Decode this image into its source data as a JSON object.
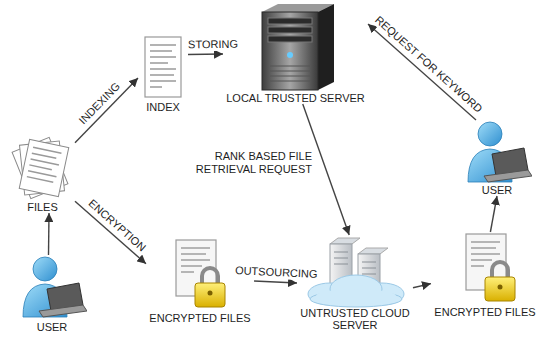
{
  "diagram": {
    "nodes": [
      {
        "text": [
          "INDEX"
        ]
      },
      {
        "text": [
          "LOCAL TRUSTED SERVER"
        ]
      },
      {
        "text": [
          "FILES"
        ]
      },
      {
        "text": [
          "USER"
        ]
      },
      {
        "text": [
          "USER"
        ]
      },
      {
        "text": [
          "ENCRYPTED FILES"
        ]
      },
      {
        "text": [
          "UNTRUSTED CLOUD SERVER"
        ]
      },
      {
        "text": [
          "ENCRYPTED FILES"
        ]
      }
    ],
    "edges": [
      {
        "from": 2,
        "to": 0,
        "label": "INDEXING",
        "arrow": "to"
      },
      {
        "from": 0,
        "to": 1,
        "label": "STORING",
        "arrow": "to"
      },
      {
        "from": 3,
        "to": 1,
        "label": "REQUEST FOR KEYWORD",
        "arrow": "to"
      },
      {
        "from": 1,
        "to": 6,
        "label": "RANK BASED FILE RETRIEVAL REQUEST",
        "arrow": "to"
      },
      {
        "from": 2,
        "to": 5,
        "label": "ENCRYPTION",
        "arrow": "to"
      },
      {
        "from": 4,
        "to": 2,
        "arrow": "to"
      },
      {
        "from": 5,
        "to": 6,
        "label": "OUTSOURCING",
        "arrow": "to"
      },
      {
        "from": 6,
        "to": 7,
        "arrow": "to"
      },
      {
        "from": 7,
        "to": 3,
        "arrow": "to"
      }
    ]
  }
}
